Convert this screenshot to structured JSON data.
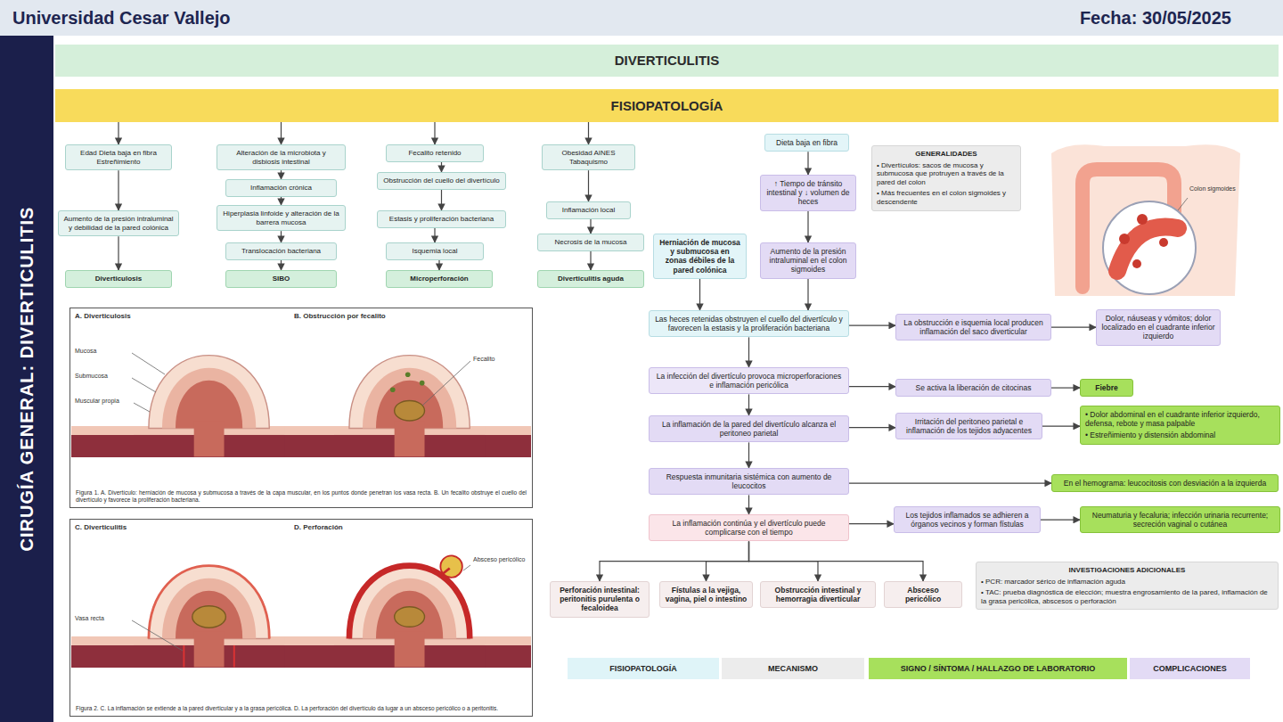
{
  "diagram": {
    "title": "DIVERTICULITIS",
    "nodes": [
      {
        "text": [
          "Universidad Cesar Vallejo",
          "Fecha: 30/05/2025"
        ]
      },
      {
        "text": [
          "CIRUGÍA GENERAL: DIVERTICULITIS"
        ]
      },
      {
        "text": [
          "FISIOPATOLOGÍA"
        ]
      },
      {
        "text": [
          "Edad Dieta baja en fibra Estreñimiento"
        ]
      },
      {
        "text": [
          "Aumento de la presión intraluminal y debilidad de la pared colónica"
        ]
      },
      {
        "text": [
          "Diverticulosis"
        ]
      },
      {
        "text": [
          "Alteración de la microbiota y disbiosis intestinal"
        ]
      },
      {
        "text": [
          "Inflamación crónica"
        ]
      },
      {
        "text": [
          "Hiperplasia linfoide y alteración de la barrera mucosa"
        ]
      },
      {
        "text": [
          "Translocación bacteriana"
        ]
      },
      {
        "text": [
          "SIBO"
        ]
      },
      {
        "text": [
          "Fecalito retenido"
        ]
      },
      {
        "text": [
          "Obstrucción del cuello del divertículo"
        ]
      },
      {
        "text": [
          "Estasis y proliferación bacteriana"
        ]
      },
      {
        "text": [
          "Isquemia local"
        ]
      },
      {
        "text": [
          "Microperforación"
        ]
      },
      {
        "text": [
          "Obesidad AINES Tabaquismo"
        ]
      },
      {
        "text": [
          "Inflamación local"
        ]
      },
      {
        "text": [
          "Necrosis de la mucosa"
        ]
      },
      {
        "text": [
          "Diverticulitis aguda"
        ]
      },
      {
        "text": [
          "Figura 1. A. Divertículo: herniación de mucosa y submucosa a través de la capa muscular, en los puntos donde penetran los vasa recta. B. Un fecalito obstruye el cuello del divertículo y favorece la proliferación bacteriana."
        ]
      },
      {
        "text": [
          "Figura 2. C. La inflamación se extiende a la pared diverticular y a la grasa pericólica. D. La perforación del divertículo da lugar a un absceso pericólico o a peritonitis."
        ]
      },
      {
        "text": [
          "Dieta baja en fibra"
        ]
      },
      {
        "text": [
          "↑ Tiempo de tránsito intestinal y ↓ volumen de heces"
        ]
      },
      {
        "text": [
          "Aumento de la presión intraluminal en el colon sigmoides"
        ]
      },
      {
        "text": [
          "Herniación de mucosa y submucosa en zonas débiles de la pared colónica"
        ]
      },
      {
        "text": [
          "GENERALIDADES",
          "• Divertículos: sacos de mucosa y submucosa que protruyen a través de la pared del colon",
          "• Más frecuentes en el colon sigmoides y descendente"
        ]
      },
      {
        "text": [
          "Las heces retenidas obstruyen el cuello del divertículo y favorecen la estasis y la proliferación bacteriana"
        ]
      },
      {
        "text": [
          "La obstrucción e isquemia local producen inflamación del saco diverticular"
        ]
      },
      {
        "text": [
          "Dolor, náuseas y vómitos; dolor localizado en el cuadrante inferior izquierdo"
        ]
      },
      {
        "text": [
          "La infección del divertículo provoca microperforaciones e inflamación pericólica"
        ]
      },
      {
        "text": [
          "Se activa la liberación de citocinas"
        ]
      },
      {
        "text": [
          "Fiebre"
        ]
      },
      {
        "text": [
          "La inflamación de la pared del divertículo alcanza el peritoneo parietal"
        ]
      },
      {
        "text": [
          "Irritación del peritoneo parietal e inflamación de los tejidos adyacentes"
        ]
      },
      {
        "text": [
          "• Dolor abdominal en el cuadrante inferior izquierdo, defensa, rebote y masa palpable",
          "• Estreñimiento y distensión abdominal"
        ]
      },
      {
        "text": [
          "Respuesta inmunitaria sistémica con aumento de leucocitos"
        ]
      },
      {
        "text": [
          "En el hemograma: leucocitosis con desviación a la izquierda"
        ]
      },
      {
        "text": [
          "La inflamación continúa y el divertículo puede complicarse con el tiempo"
        ]
      },
      {
        "text": [
          "Los tejidos inflamados se adhieren a órganos vecinos y forman fístulas"
        ]
      },
      {
        "text": [
          "Neumaturia y fecaluria; infección urinaria recurrente; secreción vaginal o cutánea"
        ]
      },
      {
        "text": [
          "Perforación intestinal: peritonitis purulenta o fecaloidea"
        ]
      },
      {
        "text": [
          "Fístulas a la vejiga, vagina, piel o intestino"
        ]
      },
      {
        "text": [
          "Obstrucción intestinal y hemorragia diverticular"
        ]
      },
      {
        "text": [
          "Absceso pericólico"
        ]
      },
      {
        "text": [
          "INVESTIGACIONES ADICIONALES",
          "• PCR: marcador sérico de inflamación aguda",
          "• TAC: prueba diagnóstica de elección; muestra engrosamiento de la pared, inflamación de la grasa pericólica, abscesos o perforación"
        ]
      }
    ],
    "edges": [
      {
        "from": 2,
        "to": 3,
        "arrow": "to"
      },
      {
        "from": 2,
        "to": 6,
        "arrow": "to"
      },
      {
        "from": 2,
        "to": 11,
        "arrow": "to"
      },
      {
        "from": 2,
        "to": 16,
        "arrow": "to"
      },
      {
        "from": 3,
        "to": 4,
        "arrow": "to"
      },
      {
        "from": 4,
        "to": 5,
        "arrow": "to"
      },
      {
        "from": 6,
        "to": 7,
        "arrow": "to"
      },
      {
        "from": 7,
        "to": 8,
        "arrow": "to"
      },
      {
        "from": 8,
        "to": 9,
        "arrow": "to"
      },
      {
        "from": 9,
        "to": 10,
        "arrow": "to"
      },
      {
        "from": 11,
        "to": 12,
        "arrow": "to"
      },
      {
        "from": 12,
        "to": 13,
        "arrow": "to"
      },
      {
        "from": 13,
        "to": 14,
        "arrow": "to"
      },
      {
        "from": 14,
        "to": 15,
        "arrow": "to"
      },
      {
        "from": 16,
        "to": 17,
        "arrow": "to"
      },
      {
        "from": 17,
        "to": 18,
        "arrow": "to"
      },
      {
        "from": 18,
        "to": 19,
        "arrow": "to"
      },
      {
        "from": 22,
        "to": 23,
        "arrow": "to"
      },
      {
        "from": 23,
        "to": 24,
        "arrow": "to"
      },
      {
        "from": 24,
        "to": 27,
        "arrow": "to"
      },
      {
        "from": 25,
        "to": 27,
        "arrow": "to"
      },
      {
        "from": 27,
        "to": 28,
        "arrow": "to"
      },
      {
        "from": 28,
        "to": 29,
        "arrow": "to"
      },
      {
        "from": 27,
        "to": 30,
        "arrow": "to"
      },
      {
        "from": 30,
        "to": 31,
        "arrow": "to"
      },
      {
        "from": 31,
        "to": 32,
        "arrow": "to"
      },
      {
        "from": 30,
        "to": 33,
        "arrow": "to"
      },
      {
        "from": 33,
        "to": 34,
        "arrow": "to"
      },
      {
        "from": 34,
        "to": 35,
        "arrow": "to"
      },
      {
        "from": 33,
        "to": 36,
        "arrow": "to"
      },
      {
        "from": 36,
        "to": 37,
        "arrow": "to"
      },
      {
        "from": 36,
        "to": 38,
        "arrow": "to"
      },
      {
        "from": 38,
        "to": 39,
        "arrow": "to"
      },
      {
        "from": 39,
        "to": 40,
        "arrow": "to"
      },
      {
        "from": 38,
        "to": 41,
        "arrow": "to"
      },
      {
        "from": 38,
        "to": 42,
        "arrow": "to"
      },
      {
        "from": 38,
        "to": 43,
        "arrow": "to"
      },
      {
        "from": 38,
        "to": 44,
        "arrow": "to"
      }
    ],
    "labels": [
      "A. Diverticulosis",
      "B. Obstrucción por fecalito",
      "Mucosa",
      "Submucosa",
      "Muscular propia",
      "Fecalito",
      "C. Diverticulitis",
      "D. Perforación",
      "Absceso pericólico",
      "Vasa recta",
      "Colon sigmoides"
    ],
    "legend": [
      {
        "text": "FISIOPATOLOGÍA",
        "color": "#dff4f8"
      },
      {
        "text": "MECANISMO",
        "color": "#ececec"
      },
      {
        "text": "SIGNO / SÍNTOMA / HALLAZGO DE LABORATORIO",
        "color": "#a7e05c"
      },
      {
        "text": "COMPLICACIONES",
        "color": "#e3dbf5"
      }
    ]
  }
}
